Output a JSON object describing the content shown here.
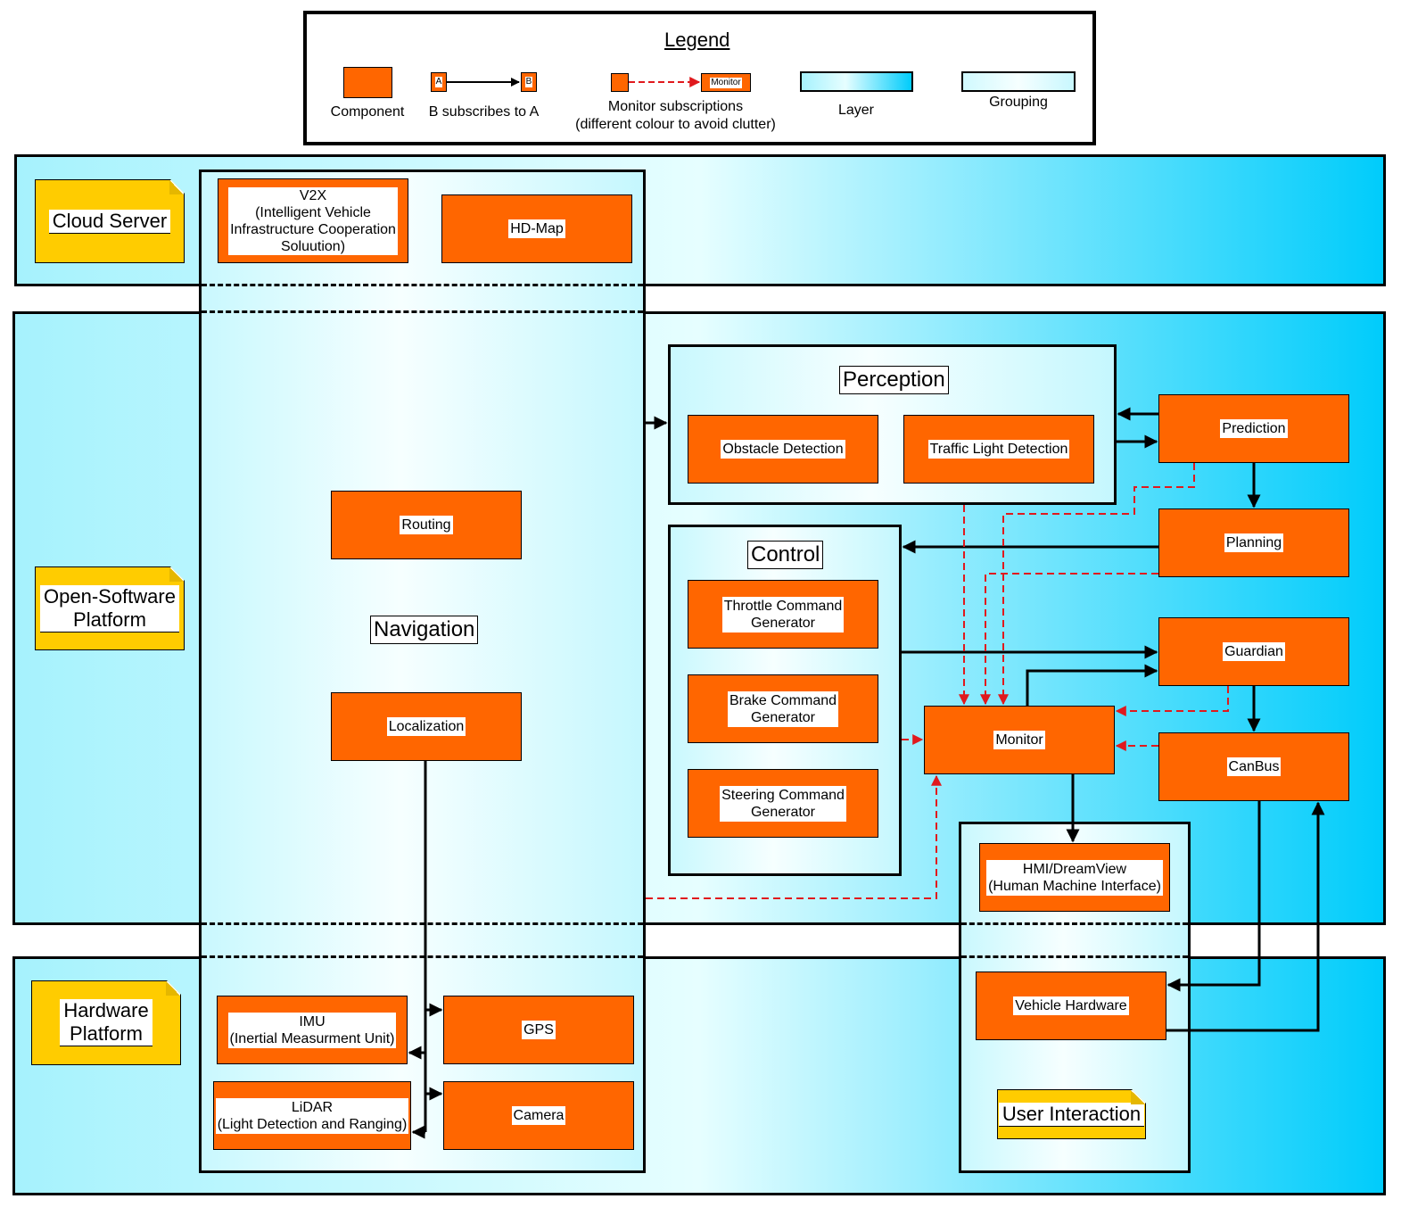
{
  "legend": {
    "title": "Legend",
    "component": "Component",
    "subscribe": "B subscribes to A",
    "sub_a": "A",
    "sub_b": "B",
    "monitor_sub": "Monitor subscriptions\n(different colour to avoid clutter)",
    "monitor_box": "Monitor",
    "layer": "Layer",
    "grouping": "Grouping"
  },
  "layers": {
    "cloud": "Cloud Server",
    "open_software": "Open-Software\nPlatform",
    "hardware": "Hardware\nPlatform"
  },
  "groups": {
    "navigation": "Navigation",
    "perception": "Perception",
    "control": "Control",
    "user_interaction": "User Interaction"
  },
  "components": {
    "v2x": "V2X\n(Intelligent Vehicle\nInfrastructure Cooperation\nSoluution)",
    "hdmap": "HD-Map",
    "routing": "Routing",
    "localization": "Localization",
    "obstacle": "Obstacle Detection",
    "traffic_light": "Traffic Light Detection",
    "prediction": "Prediction",
    "planning": "Planning",
    "throttle": "Throttle Command\nGenerator",
    "brake": "Brake Command\nGenerator",
    "steering": "Steering Command\nGenerator",
    "guardian": "Guardian",
    "monitor": "Monitor",
    "canbus": "CanBus",
    "hmi": "HMI/DreamView\n(Human Machine Interface)",
    "imu": "IMU\n(Inertial Measurment Unit)",
    "gps": "GPS",
    "lidar": "LiDAR\n(Light Detection and Ranging)",
    "camera": "Camera",
    "vehicle_hw": "Vehicle Hardware"
  },
  "colors": {
    "component": "#ff6600",
    "note": "#ffcc00",
    "monitor_edge": "#e0191d",
    "layer_left": "#a6f2fd",
    "layer_right": "#00ccfb"
  }
}
